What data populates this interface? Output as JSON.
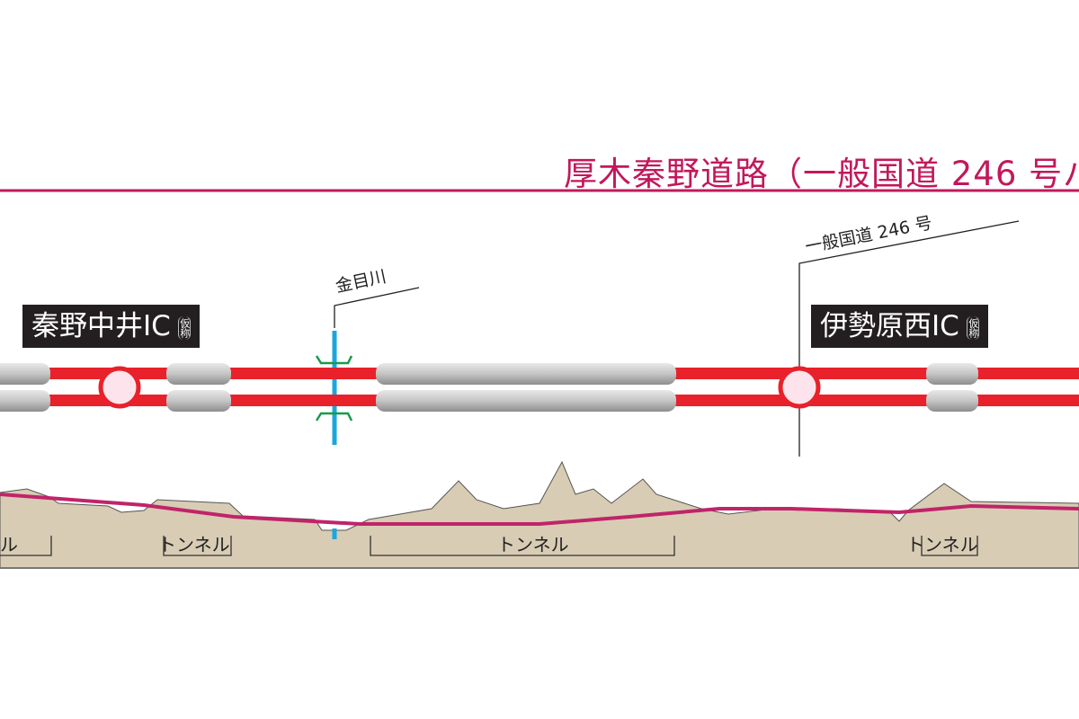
{
  "title": "厚木秦野道路（一般国道 246 号バ",
  "interchanges": [
    {
      "name": "秦野中井IC",
      "note": "仮称"
    },
    {
      "name": "伊勢原西IC",
      "note": "仮称"
    }
  ],
  "labels": {
    "river": "金目川",
    "road": "一般国道 246 号"
  },
  "tunnels": [
    "ル",
    "トンネル",
    "トンネル",
    "トンネル"
  ],
  "colors": {
    "title": "#c2185b",
    "road": "#e8212a",
    "tunnel": "#b9b9b9",
    "ground": "#d8ccb4",
    "profile": "#c0246a",
    "river": "#1aa7dc",
    "bridge": "#1a9a4a"
  }
}
